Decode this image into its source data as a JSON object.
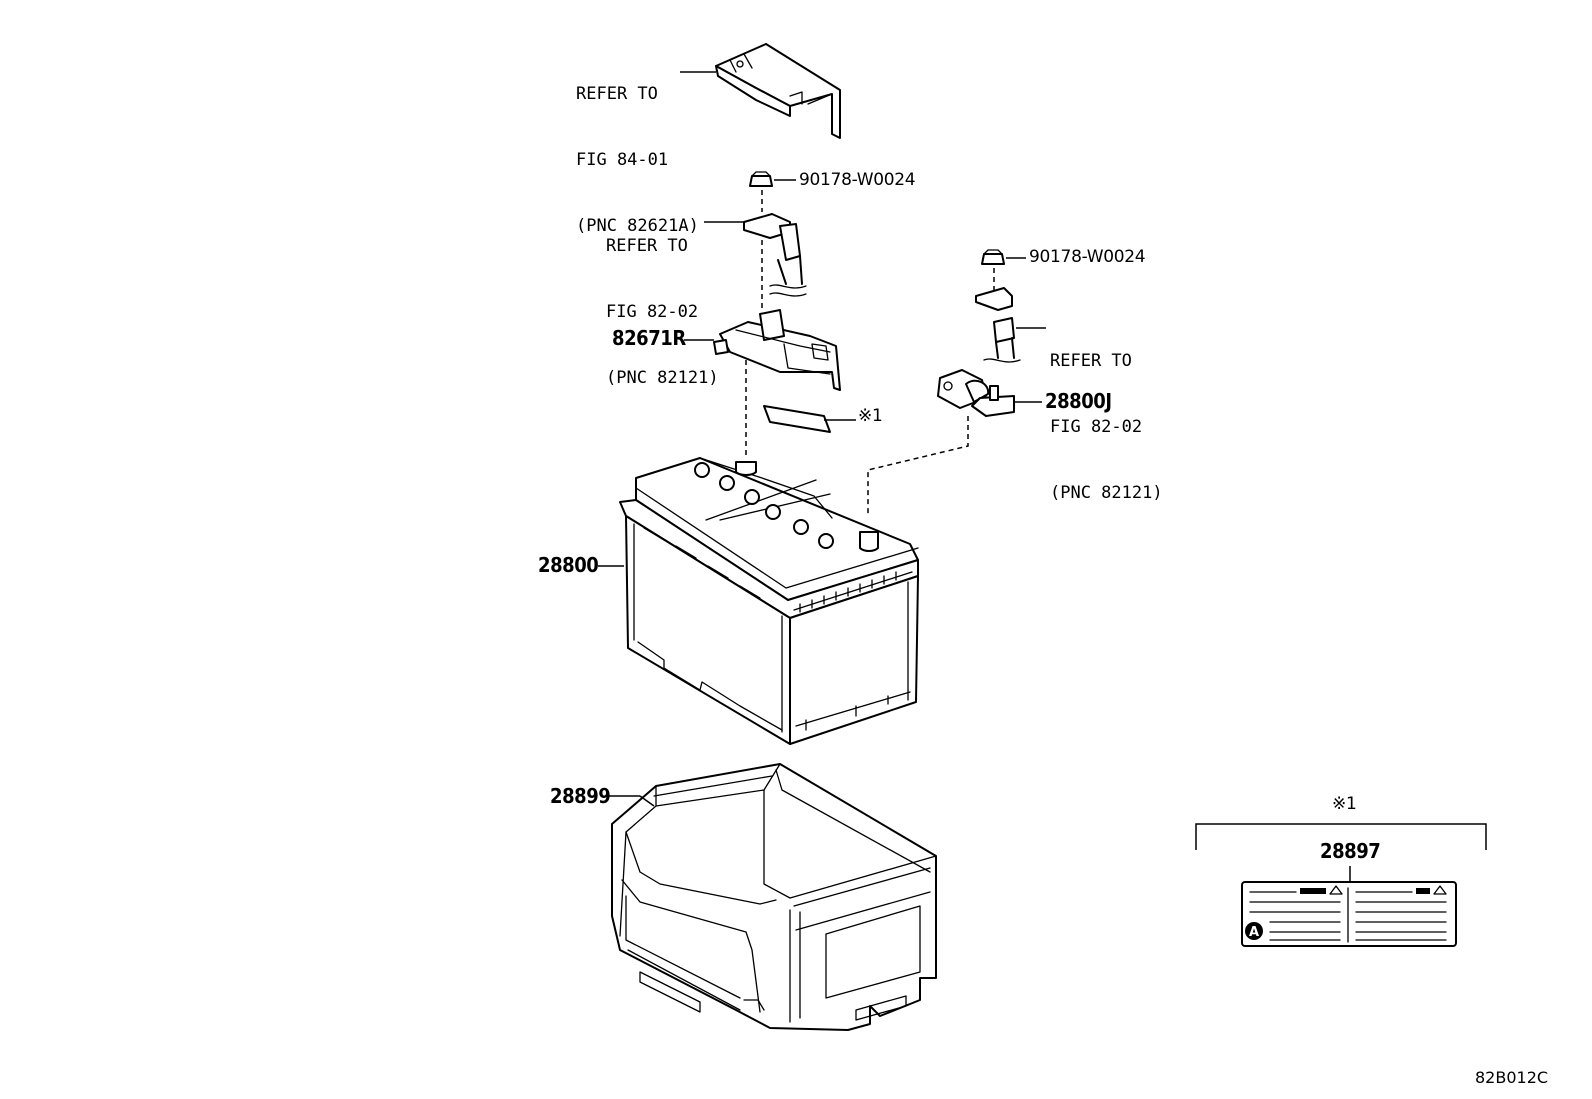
{
  "callouts": {
    "cover_ref": [
      "REFER TO",
      "FIG 84-01",
      "(PNC 82621A)"
    ],
    "cable_ref_left": [
      "REFER TO",
      "FIG 82-02",
      "(PNC 82121)"
    ],
    "cable_ref_right": [
      "REFER TO",
      "FIG 82-02",
      "(PNC 82121)"
    ]
  },
  "parts": {
    "nut_left": "90178-W0024",
    "nut_right": "90178-W0024",
    "terminal_cover": "82671R",
    "terminal_clamp": "28800J",
    "battery": "28800",
    "battery_tray": "28899",
    "label_part": "28897",
    "label_note_left": "※1",
    "label_note_box": "※1",
    "label_marker": "A"
  },
  "diagram_code": "82B012C"
}
